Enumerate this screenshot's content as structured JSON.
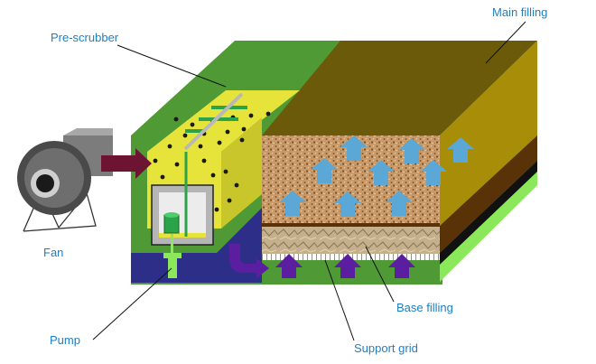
{
  "labels": {
    "main_filling": "Main filling",
    "pre_scrubber": "Pre-scrubber",
    "fan": "Fan",
    "pump": "Pump",
    "base_filling": "Base filling",
    "support_grid": "Support grid"
  },
  "colors": {
    "label_text": "#1f7fc0",
    "outer_green_top": "#4f9a35",
    "outer_green_side": "#63c13f",
    "bright_green_side": "#8ae85a",
    "main_filling_top": "#6b5a0a",
    "main_filling_side": "#a78d08",
    "pre_scrubber_yellow": "#e6e43a",
    "base_blue": "#2c2e88",
    "brown_layer": "#5a3208",
    "flow_arrow_blue": "#5ba8d6",
    "flow_arrow_purple": "#5c1ea0",
    "air_inlet_arrow": "#6d1433"
  },
  "icons": [
    "fan-icon",
    "pump-icon",
    "air-inlet-arrow-icon",
    "upflow-arrow-icon",
    "downflow-elbow-arrow-icon"
  ]
}
